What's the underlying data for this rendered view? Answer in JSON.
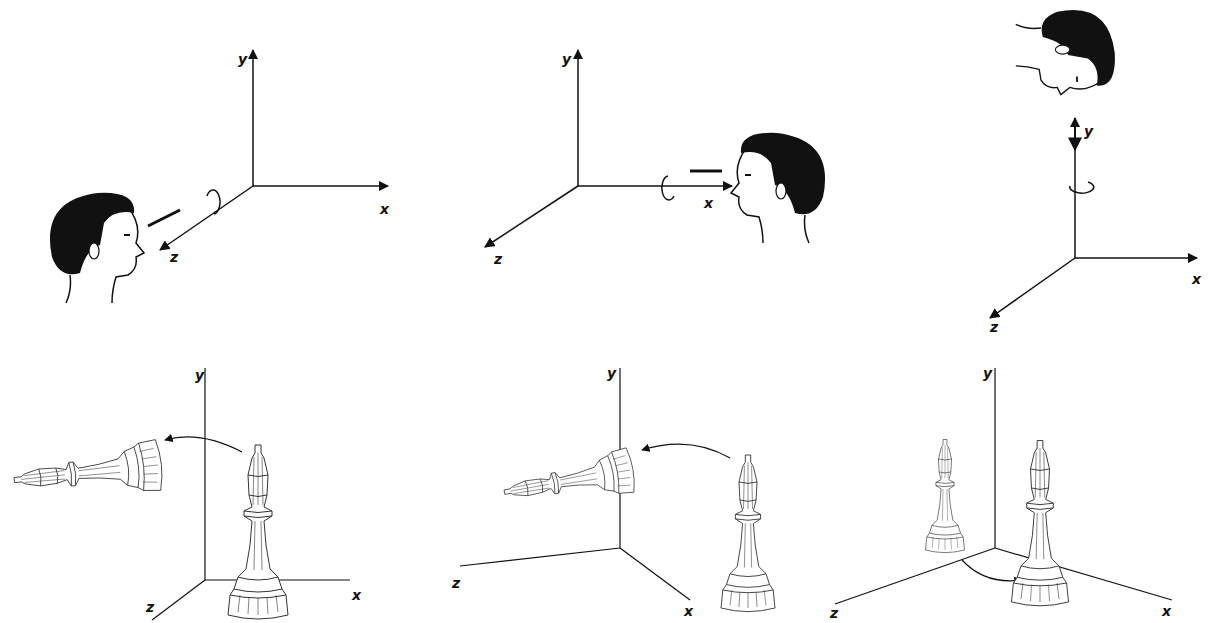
{
  "diagram": {
    "labels": [
      "y",
      "x",
      "z",
      "y",
      "x",
      "z",
      "y",
      "x",
      "z",
      "y",
      "x",
      "z",
      "y",
      "x",
      "z",
      "y",
      "x",
      "z"
    ]
  }
}
